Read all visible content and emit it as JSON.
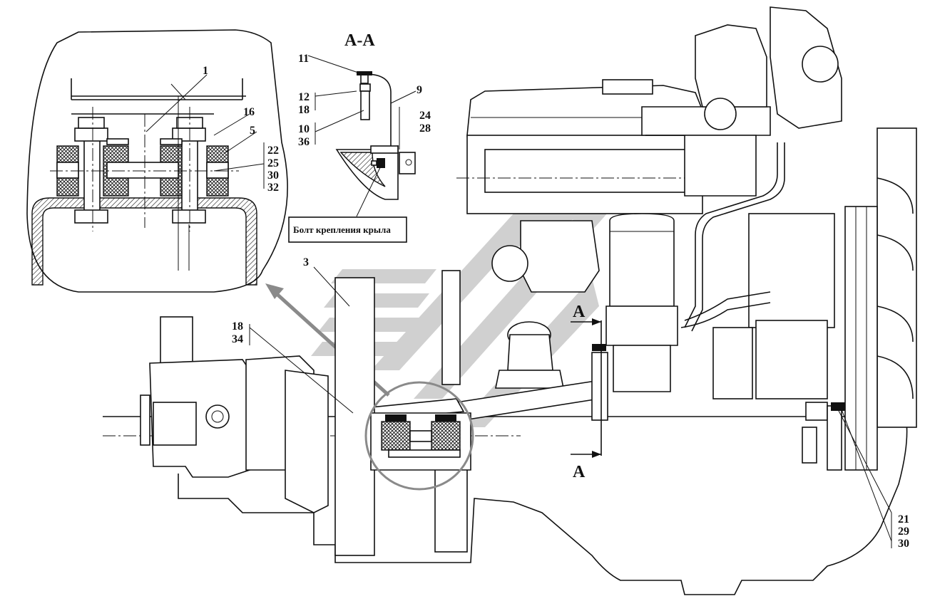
{
  "section_marks": {
    "title": "A-A",
    "top": "A",
    "bottom": "A"
  },
  "note": "Болт крепления крыла",
  "callouts": {
    "c1": "1",
    "c3": "3",
    "c5": "5",
    "c9": "9",
    "c11": "11",
    "c16": "16",
    "g12_18": [
      "12",
      "18"
    ],
    "g10_36": [
      "10",
      "36"
    ],
    "g24_28": [
      "24",
      "28"
    ],
    "g22_25_30_32": [
      "22",
      "25",
      "30",
      "32"
    ],
    "g18_34": [
      "18",
      "34"
    ],
    "g21_29_30": [
      "21",
      "29",
      "30"
    ]
  },
  "watermark_color": "#c8c8c8",
  "arrow_color": "#8a8a8a"
}
